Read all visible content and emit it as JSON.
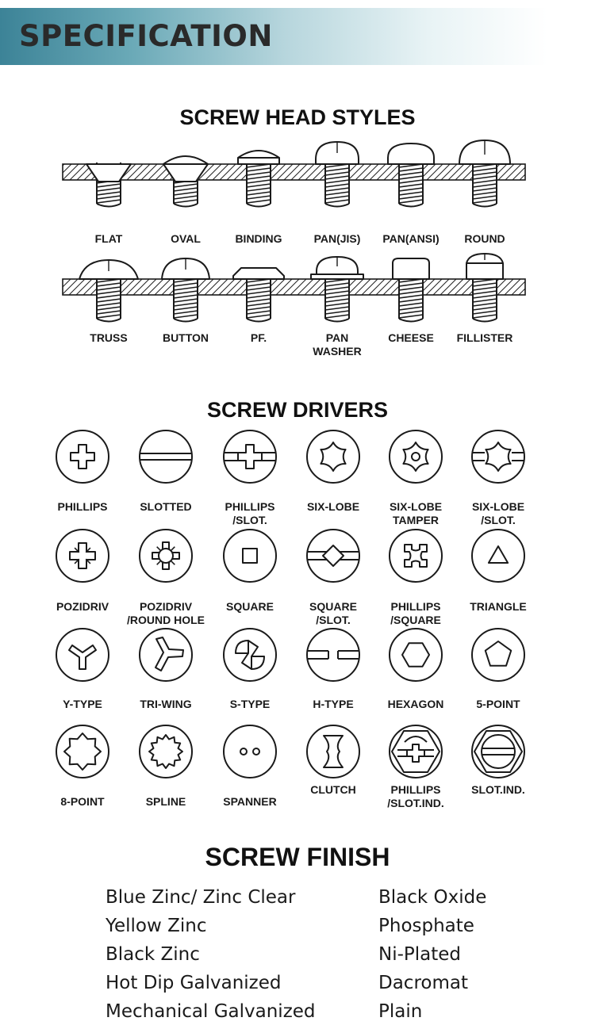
{
  "page_title": "SPECIFICATION",
  "head_styles": {
    "title": "SCREW HEAD STYLES",
    "items": [
      {
        "label": "FLAT",
        "shape": "flat"
      },
      {
        "label": "OVAL",
        "shape": "oval"
      },
      {
        "label": "BINDING",
        "shape": "binding"
      },
      {
        "label": "PAN(JIS)",
        "shape": "pan-jis"
      },
      {
        "label": "PAN(ANSI)",
        "shape": "pan-ansi"
      },
      {
        "label": "ROUND",
        "shape": "round"
      },
      {
        "label": "TRUSS",
        "shape": "truss"
      },
      {
        "label": "BUTTON",
        "shape": "button"
      },
      {
        "label": "PF.",
        "shape": "pf"
      },
      {
        "label": "PAN\nWASHER",
        "shape": "pan-washer"
      },
      {
        "label": "CHEESE",
        "shape": "cheese"
      },
      {
        "label": "FILLISTER",
        "shape": "fillister"
      }
    ]
  },
  "drivers": {
    "title": "SCREW DRIVERS",
    "items": [
      {
        "label": "PHILLIPS",
        "icon": "phillips-icon"
      },
      {
        "label": "SLOTTED",
        "icon": "slotted-icon"
      },
      {
        "label": "PHILLIPS\n/SLOT.",
        "icon": "phillips-slot-icon"
      },
      {
        "label": "SIX-LOBE",
        "icon": "six-lobe-icon"
      },
      {
        "label": "SIX-LOBE\nTAMPER",
        "icon": "six-lobe-tamper-icon"
      },
      {
        "label": "SIX-LOBE\n/SLOT.",
        "icon": "six-lobe-slot-icon"
      },
      {
        "label": "POZIDRIV",
        "icon": "pozidriv-icon"
      },
      {
        "label": "POZIDRIV\n/ROUND HOLE",
        "icon": "pozidriv-round-hole-icon"
      },
      {
        "label": "SQUARE",
        "icon": "square-icon"
      },
      {
        "label": "SQUARE\n/SLOT.",
        "icon": "square-slot-icon"
      },
      {
        "label": "PHILLIPS\n/SQUARE",
        "icon": "phillips-square-icon"
      },
      {
        "label": "TRIANGLE",
        "icon": "triangle-icon"
      },
      {
        "label": "Y-TYPE",
        "icon": "y-type-icon"
      },
      {
        "label": "TRI-WING",
        "icon": "tri-wing-icon"
      },
      {
        "label": "S-TYPE",
        "icon": "s-type-icon"
      },
      {
        "label": "H-TYPE",
        "icon": "h-type-icon"
      },
      {
        "label": "HEXAGON",
        "icon": "hexagon-icon"
      },
      {
        "label": "5-POINT",
        "icon": "five-point-icon"
      },
      {
        "label": "8-POINT",
        "icon": "eight-point-icon"
      },
      {
        "label": "SPLINE",
        "icon": "spline-icon"
      },
      {
        "label": "SPANNER",
        "icon": "spanner-icon"
      },
      {
        "label": "CLUTCH",
        "icon": "clutch-icon"
      },
      {
        "label": "PHILLIPS\n/SLOT.IND.",
        "icon": "phillips-slot-ind-icon"
      },
      {
        "label": "SLOT.IND.",
        "icon": "slot-ind-icon"
      }
    ]
  },
  "finish": {
    "title": "SCREW FINISH",
    "left": [
      "Blue Zinc/ Zinc Clear",
      "Yellow Zinc",
      "Black Zinc",
      "Hot Dip Galvanized",
      "Mechanical Galvanized"
    ],
    "right": [
      "Black Oxide",
      "Phosphate",
      "Ni-Plated",
      "Dacromat",
      "Plain"
    ]
  }
}
